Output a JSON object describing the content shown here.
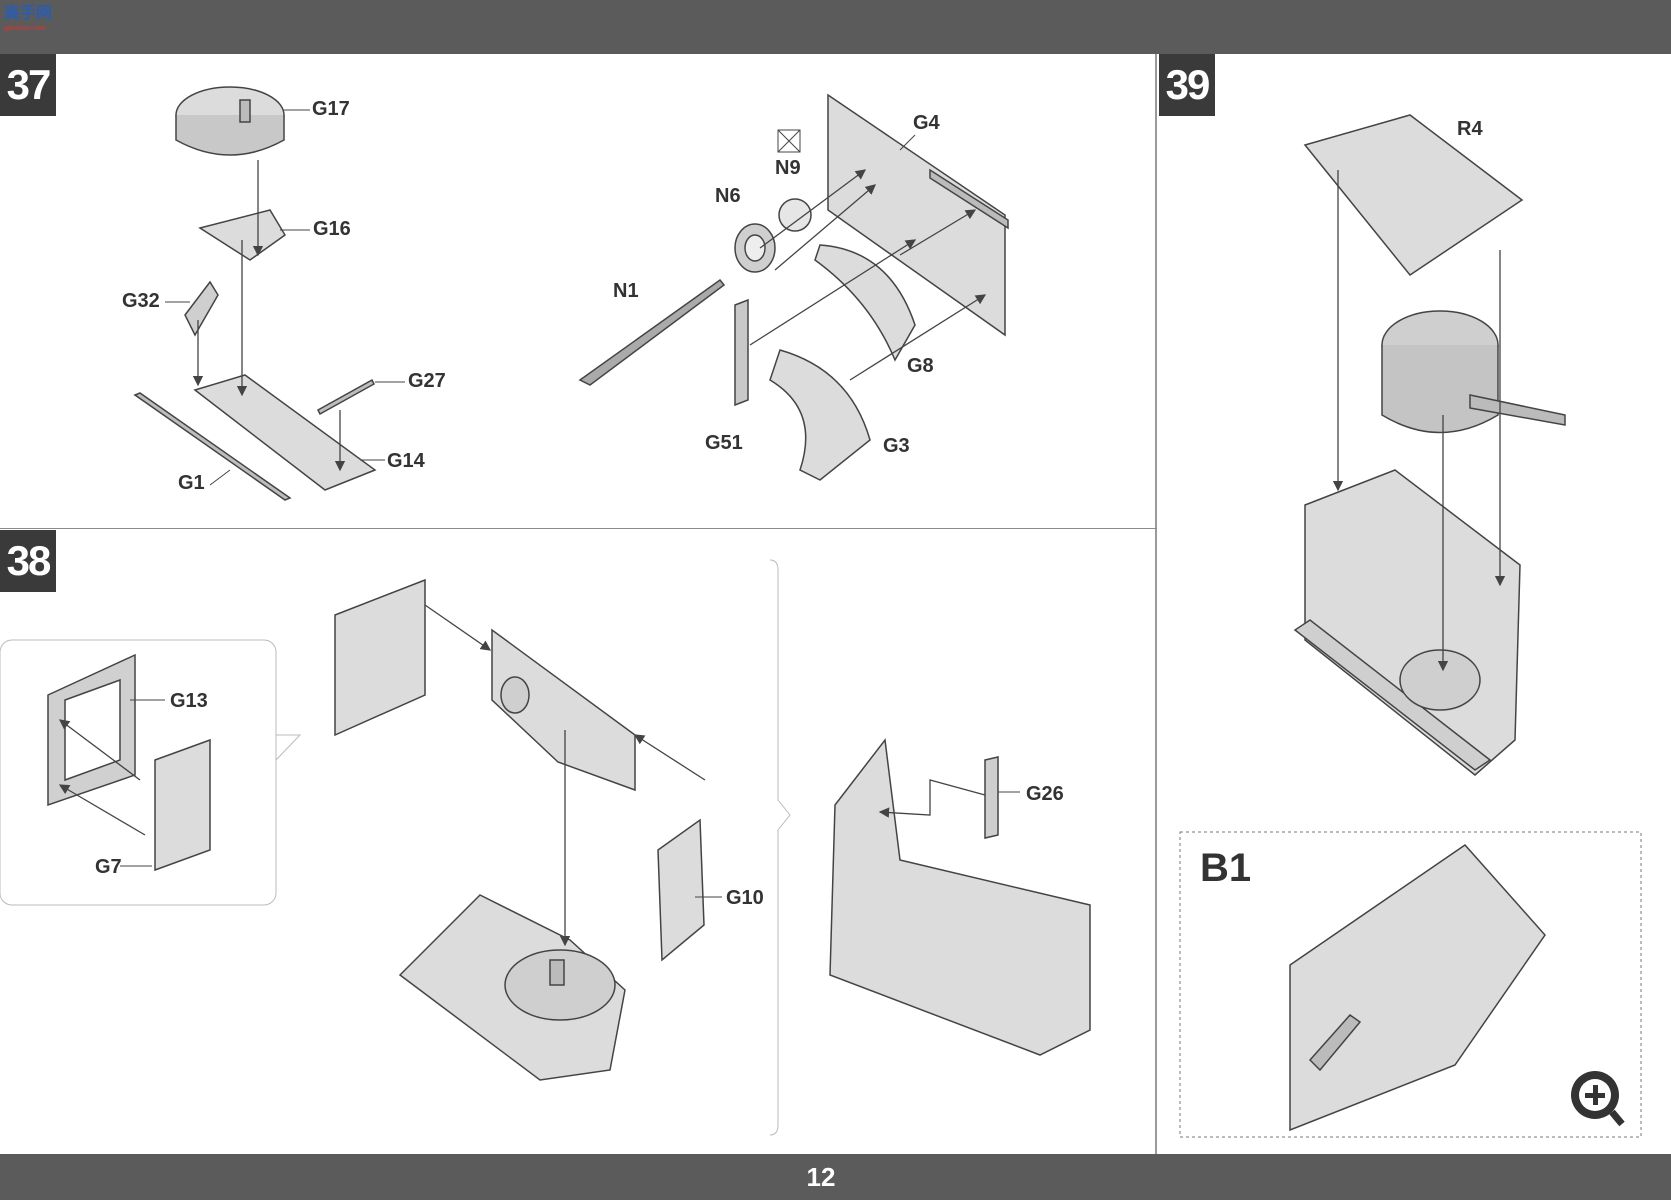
{
  "header": {
    "logo_text": "高手网",
    "logo_subtext": "gaoshou.com"
  },
  "page_number": "12",
  "steps": {
    "s37": "37",
    "s38": "38",
    "s39": "39"
  },
  "parts": {
    "G17": "G17",
    "G16": "G16",
    "G32": "G32",
    "G27": "G27",
    "G14": "G14",
    "G1": "G1",
    "G4": "G4",
    "N9": "N9",
    "N6": "N6",
    "N1": "N1",
    "G8": "G8",
    "G51": "G51",
    "G3": "G3",
    "G13": "G13",
    "G7": "G7",
    "G10": "G10",
    "G26": "G26",
    "R4": "R4"
  },
  "inset": {
    "title": "B1"
  },
  "colors": {
    "bar": "#5b5b5b",
    "step_box": "#3a3a3a",
    "part_fill": "#d8d8d8",
    "line": "#444444"
  }
}
